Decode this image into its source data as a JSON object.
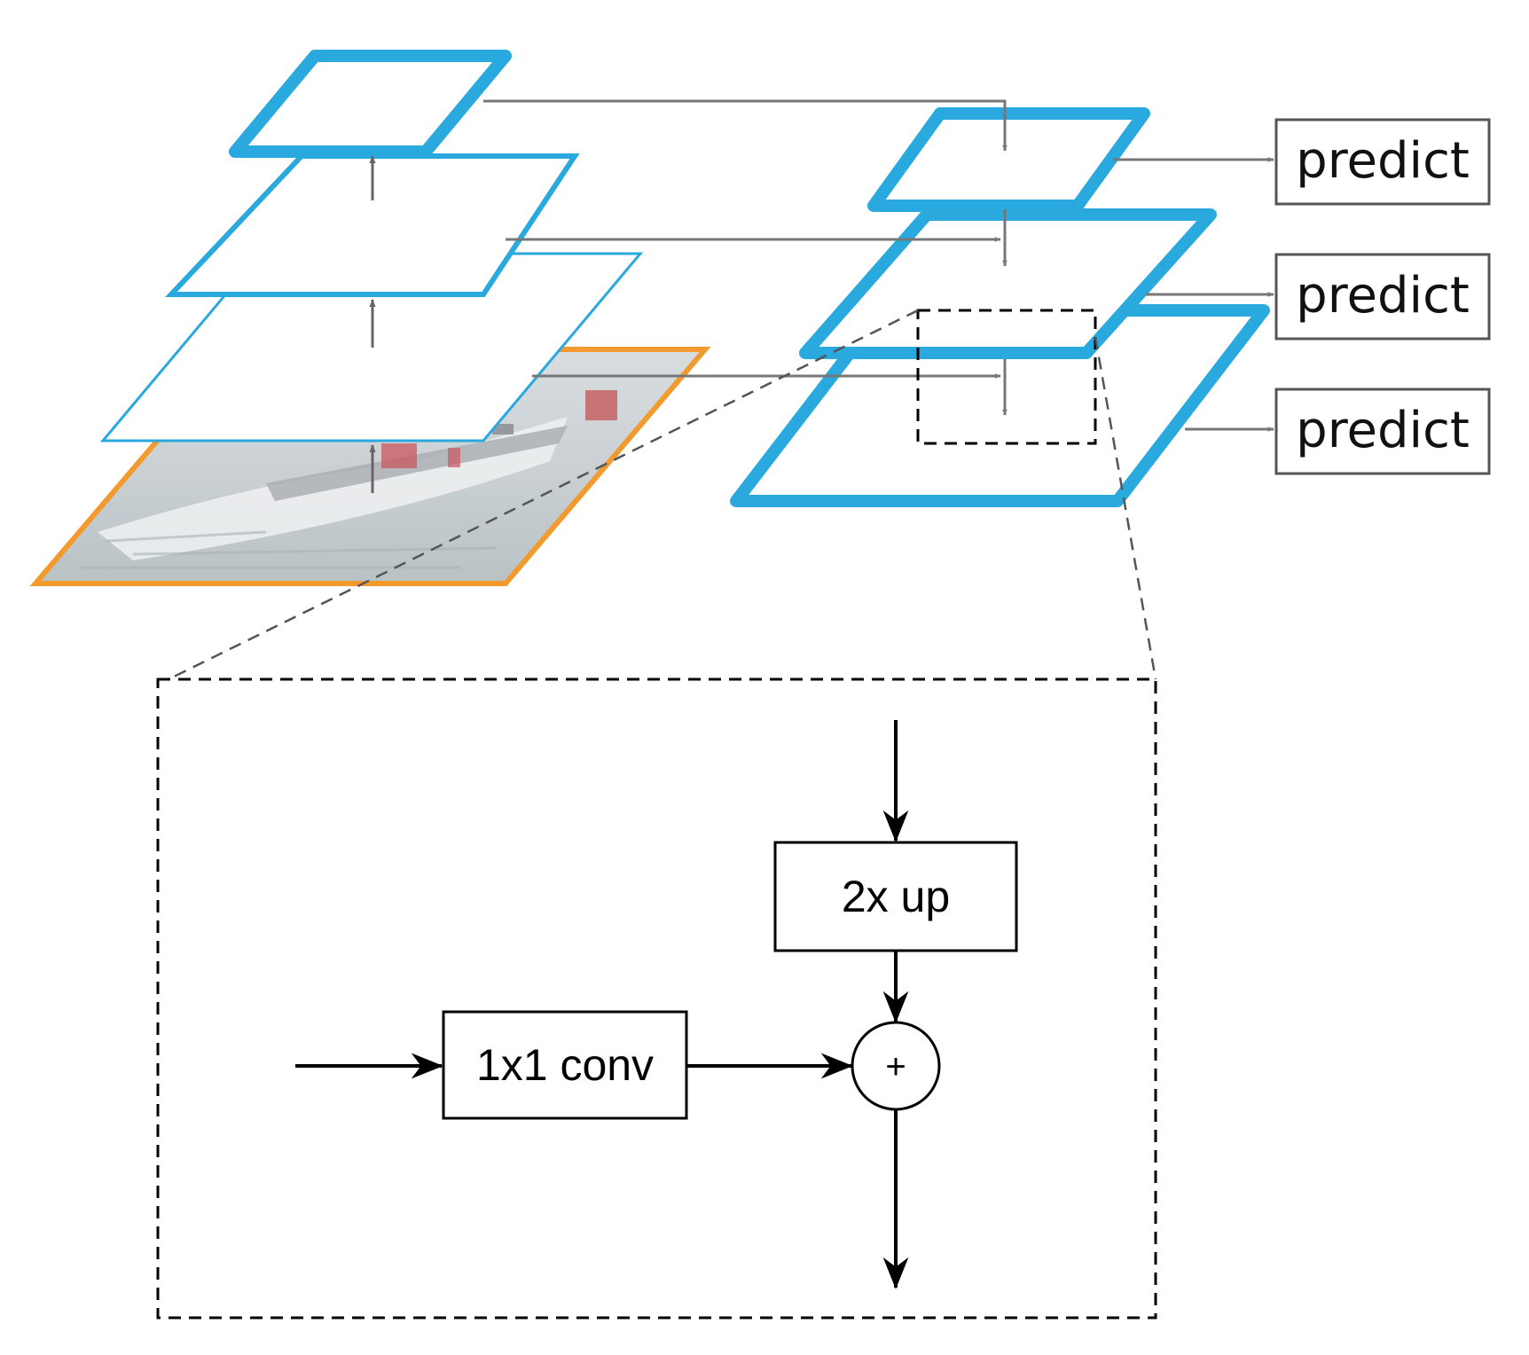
{
  "pyramid": {
    "predict_labels": [
      "predict",
      "predict",
      "predict"
    ]
  },
  "detail": {
    "upsample_label": "2x up",
    "lateral_label": "1x1 conv",
    "merge_symbol": "+"
  },
  "colors": {
    "feature_map": "#2aa9df",
    "image_frame": "#f39a2e",
    "connector": "#777777",
    "dashed": "#555555",
    "detail_stroke": "#000000"
  }
}
